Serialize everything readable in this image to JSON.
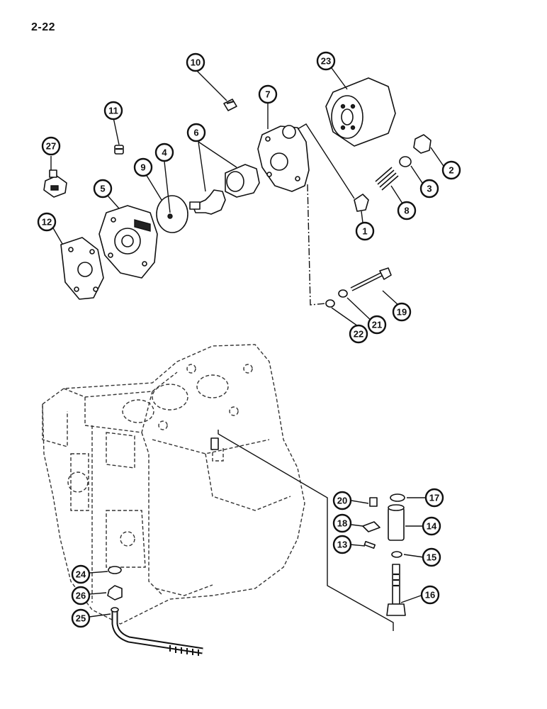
{
  "page": {
    "number": "2-22"
  },
  "callouts": [
    {
      "id": "1",
      "label": "1"
    },
    {
      "id": "2",
      "label": "2"
    },
    {
      "id": "3",
      "label": "3"
    },
    {
      "id": "4",
      "label": "4"
    },
    {
      "id": "5",
      "label": "5"
    },
    {
      "id": "6",
      "label": "6"
    },
    {
      "id": "7",
      "label": "7"
    },
    {
      "id": "8",
      "label": "8"
    },
    {
      "id": "9",
      "label": "9"
    },
    {
      "id": "10",
      "label": "10"
    },
    {
      "id": "11",
      "label": "11"
    },
    {
      "id": "12",
      "label": "12"
    },
    {
      "id": "13",
      "label": "13"
    },
    {
      "id": "14",
      "label": "14"
    },
    {
      "id": "15",
      "label": "15"
    },
    {
      "id": "16",
      "label": "16"
    },
    {
      "id": "17",
      "label": "17"
    },
    {
      "id": "18",
      "label": "18"
    },
    {
      "id": "19",
      "label": "19"
    },
    {
      "id": "20",
      "label": "20"
    },
    {
      "id": "21",
      "label": "21"
    },
    {
      "id": "22",
      "label": "22"
    },
    {
      "id": "23",
      "label": "23"
    },
    {
      "id": "24",
      "label": "24"
    },
    {
      "id": "25",
      "label": "25"
    },
    {
      "id": "26",
      "label": "26"
    },
    {
      "id": "27",
      "label": "27"
    }
  ]
}
